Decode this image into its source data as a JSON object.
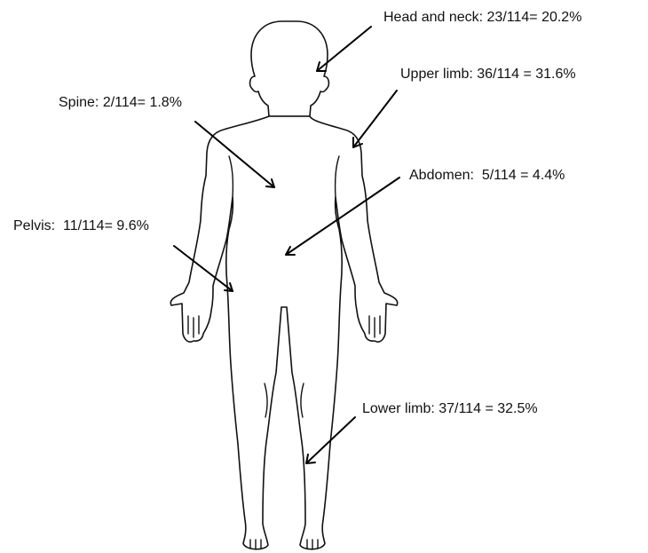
{
  "labels": {
    "head_neck": "Head and neck: 23/114= 20.2%",
    "upper_limb": "Upper limb: 36/114 = 31.6%",
    "spine": "Spine: 2/114= 1.8%",
    "abdomen": "Abdomen:  5/114 = 4.4%",
    "pelvis": "Pelvis:  11/114= 9.6%",
    "lower_limb": "Lower limb: 37/114 = 32.5%"
  },
  "regions": [
    {
      "name": "Head and neck",
      "count": 23,
      "total": 114,
      "percent": 20.2
    },
    {
      "name": "Upper limb",
      "count": 36,
      "total": 114,
      "percent": 31.6
    },
    {
      "name": "Spine",
      "count": 2,
      "total": 114,
      "percent": 1.8
    },
    {
      "name": "Abdomen",
      "count": 5,
      "total": 114,
      "percent": 4.4
    },
    {
      "name": "Pelvis",
      "count": 11,
      "total": 114,
      "percent": 9.6
    },
    {
      "name": "Lower limb",
      "count": 37,
      "total": 114,
      "percent": 32.5
    }
  ]
}
